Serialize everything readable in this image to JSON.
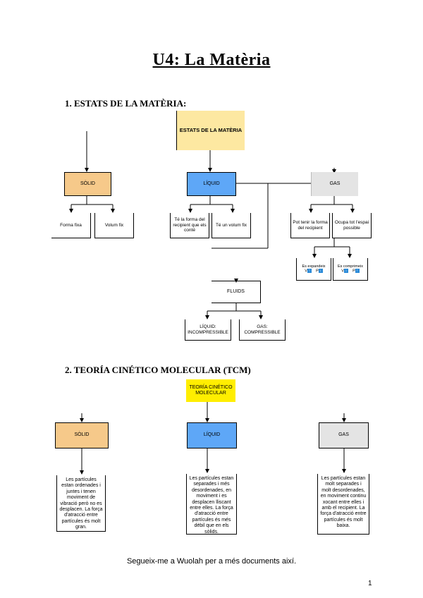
{
  "doc": {
    "title": "U4: La Matèria",
    "footer": "Segueix-me a Wuolah per a més documents així.",
    "page_number": "1"
  },
  "section1": {
    "heading": "1.  ESTATS DE LA MATÈRIA:",
    "root": "ESTATS DE LA MATÈRIA",
    "solid": "SÒLID",
    "liquid": "LÍQUID",
    "gas": "GAS",
    "fluids": "FLUIDS",
    "solid_props": [
      "Forma fixa",
      "Volum fix"
    ],
    "liquid_props": [
      "Té la forma del recipient que els conté",
      "Té un volum fix"
    ],
    "gas_props": [
      "Pot tenir la forma del recipient",
      "Ocupa tot l'espai possible"
    ],
    "gas_sub": [
      {
        "label": "Es expandeix",
        "v": "V",
        "v_sign": "↑",
        "p": "P",
        "p_sign": "↓"
      },
      {
        "label": "Es comprimeix",
        "v": "V",
        "v_sign": "↓",
        "p": "P",
        "p_sign": "↑"
      }
    ],
    "fluid_children": [
      "LÍQUID: INCOMPRESSIBLE",
      "GAS: COMPRESSIBLE"
    ]
  },
  "section2": {
    "heading": "2.  TEORÍA CINÉTICO MOLECULAR (TCM)",
    "root": "TEORÍA CINÉTICO MOLECULAR",
    "solid": "SÒLID",
    "liquid": "LÍQUID",
    "gas": "GAS",
    "solid_desc": "Les partícules estan ordenades i juntes i tenen moviment de vibració però no es desplacen. La força d'atracció entre partícules és molt gran.",
    "liquid_desc": "Les partícules estan separades i més desordenades, en moviment i es desplacen lliscant entre elles. La força d'atracció entre partícules és més dèbil que en els sòlids.",
    "gas_desc": "Les partícules estan molt separades i molt desordenades, en moviment continu xocant entre elles i amb el recipient. La força d'atracció entre partícules és molt baixa."
  },
  "colors": {
    "solid": "#f6c98a",
    "liquid": "#5ea7f7",
    "gas": "#e4e4e4",
    "root1": "#fde8a1",
    "root2": "#ffee00"
  }
}
